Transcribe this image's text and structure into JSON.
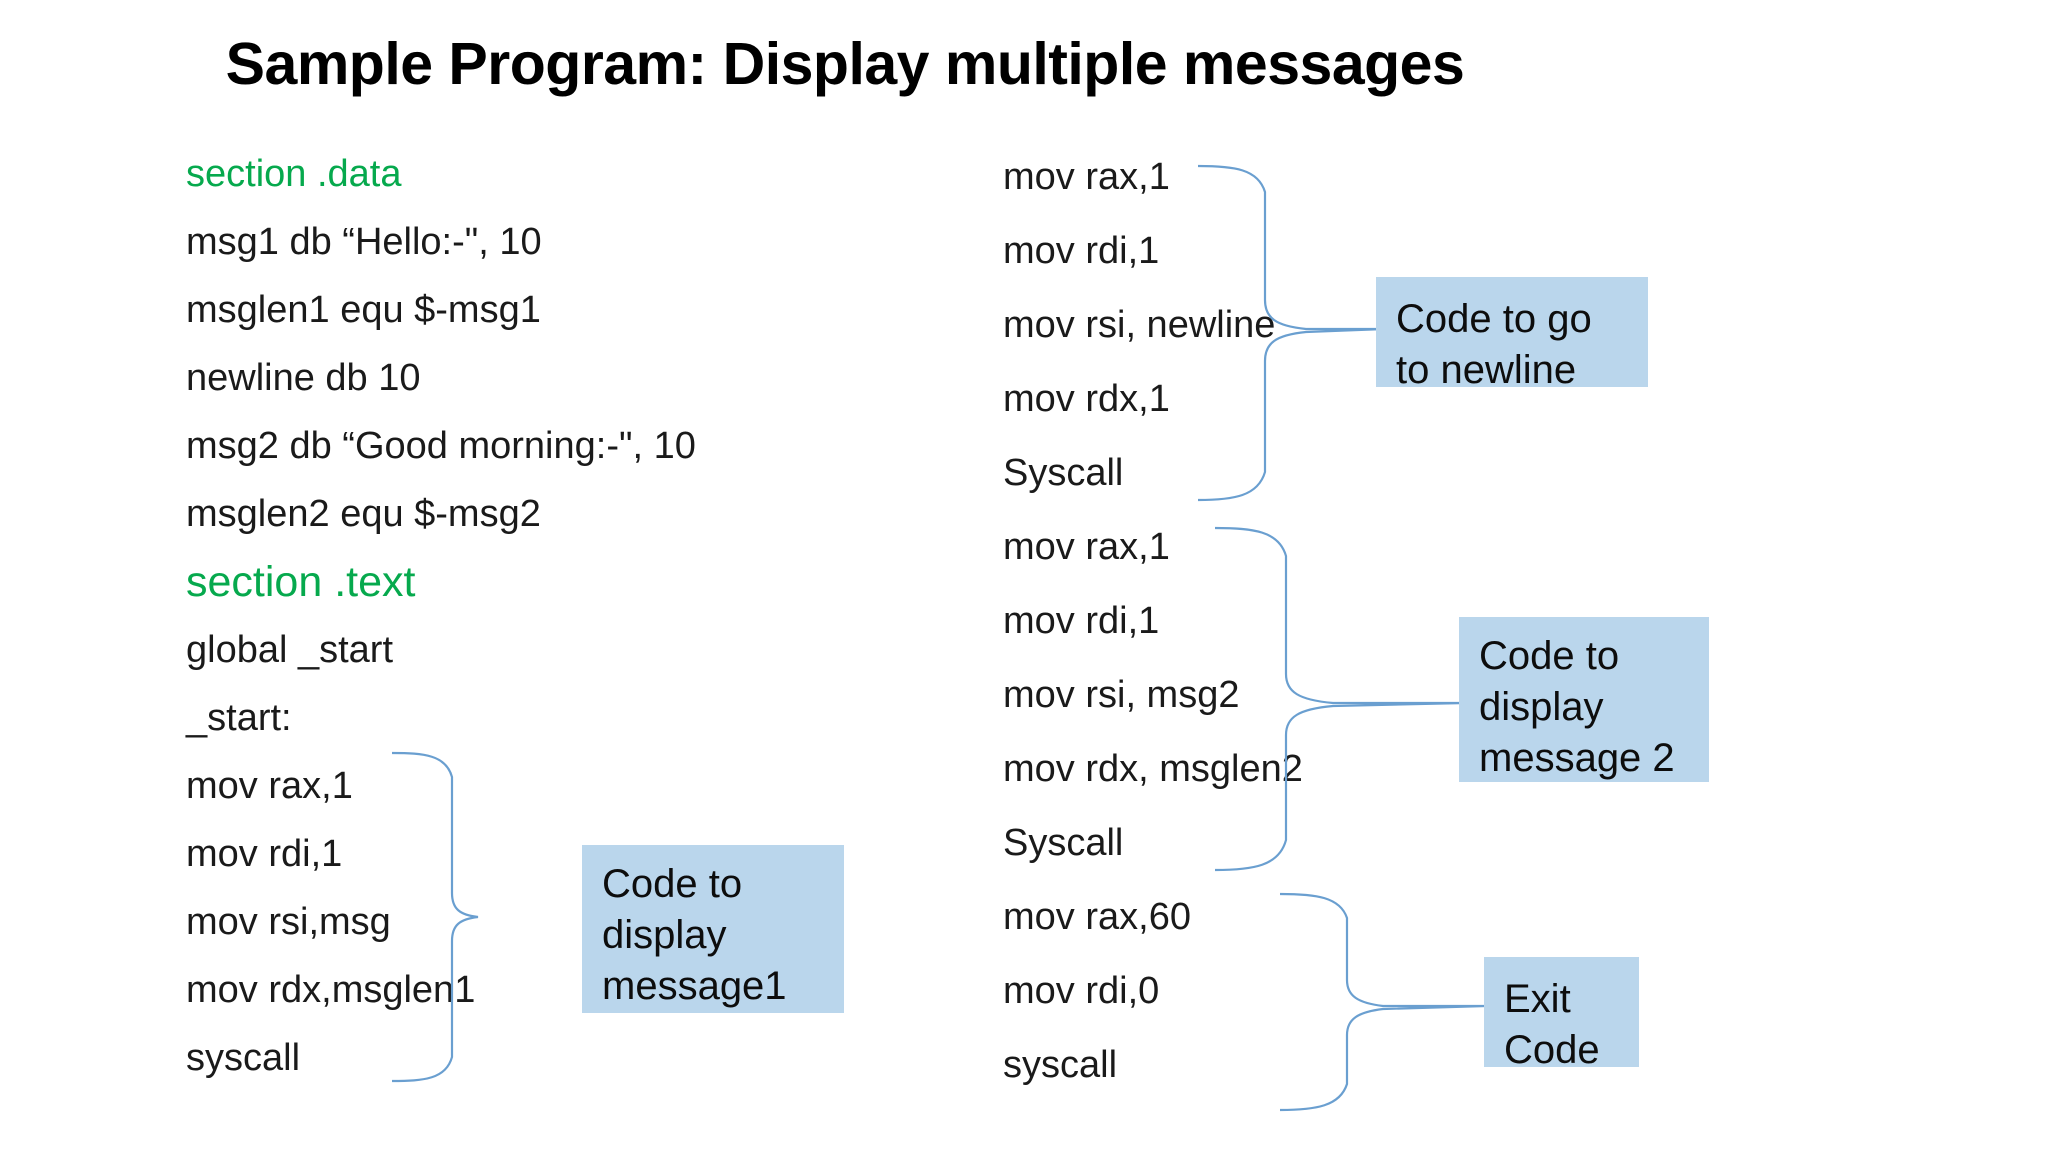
{
  "title": "Sample Program: Display multiple messages",
  "colors": {
    "section_keyword": "#06A94D",
    "callout_background": "#bad6ec",
    "brace_stroke": "#6a9fd0",
    "code_text": "#1a1a1a",
    "page_background": "#ffffff"
  },
  "left_column": {
    "lines": [
      {
        "text": "section .data",
        "style": "green"
      },
      {
        "text": "msg1 db “Hello:-\", 10",
        "style": "normal"
      },
      {
        "text": "msglen1  equ $-msg1",
        "style": "normal"
      },
      {
        "text": "newline db 10",
        "style": "normal"
      },
      {
        "text": "msg2 db “Good morning:-\", 10",
        "style": "normal"
      },
      {
        "text": "msglen2  equ $-msg2",
        "style": "normal"
      },
      {
        "text": "section .text",
        "style": "green-big"
      },
      {
        "text": "global _start",
        "style": "normal"
      },
      {
        "text": "_start:",
        "style": "normal"
      },
      {
        "text": "mov rax,1",
        "style": "normal"
      },
      {
        "text": "mov rdi,1",
        "style": "normal"
      },
      {
        "text": "mov rsi,msg",
        "style": "normal"
      },
      {
        "text": "mov rdx,msglen1",
        "style": "normal"
      },
      {
        "text": "syscall",
        "style": "normal"
      }
    ]
  },
  "right_column": {
    "lines": [
      {
        "text": "mov rax,1"
      },
      {
        "text": "mov rdi,1"
      },
      {
        "text": "mov rsi, newline"
      },
      {
        "text": "mov rdx,1"
      },
      {
        "text": "Syscall"
      },
      {
        "text": "mov rax,1"
      },
      {
        "text": "mov rdi,1"
      },
      {
        "text": "mov rsi, msg2"
      },
      {
        "text": "mov rdx, msglen2"
      },
      {
        "text": "Syscall"
      },
      {
        "text": "mov rax,60"
      },
      {
        "text": "mov rdi,0"
      },
      {
        "text": "syscall"
      }
    ]
  },
  "callouts": {
    "display_message_1": "Code to\ndisplay\nmessage1",
    "go_to_newline": "Code to go\nto newline",
    "display_message_2": "Code to\ndisplay\nmessage 2",
    "exit_code": "Exit\nCode"
  }
}
